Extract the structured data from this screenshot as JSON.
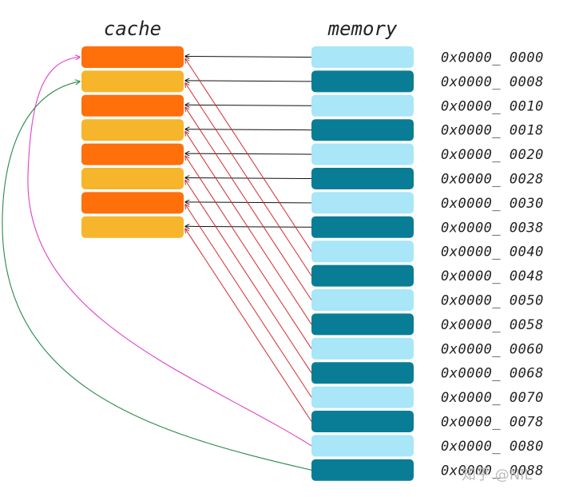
{
  "cache": {
    "title": "cache",
    "lines": 8,
    "colors": [
      "#ff6f0a",
      "#f7b52b"
    ]
  },
  "memory": {
    "title": "memory",
    "colors": [
      "#a8e6f8",
      "#0a7d96"
    ],
    "addresses": [
      "0x0000_ 0000",
      "0x0000_ 0008",
      "0x0000_ 0010",
      "0x0000_ 0018",
      "0x0000_ 0020",
      "0x0000_ 0028",
      "0x0000_ 0030",
      "0x0000_ 0038",
      "0x0000_ 0040",
      "0x0000_ 0048",
      "0x0000_ 0050",
      "0x0000_ 0058",
      "0x0000_ 0060",
      "0x0000_ 0068",
      "0x0000_ 0070",
      "0x0000_ 0078",
      "0x0000_ 0080",
      "0x0000_ 0088"
    ]
  },
  "arrows": {
    "black_color": "#111111",
    "red_color": "#d42a2a",
    "pink_color": "#e040c8",
    "green_color": "#2a8a4a"
  },
  "watermark": "知乎 @NIL"
}
